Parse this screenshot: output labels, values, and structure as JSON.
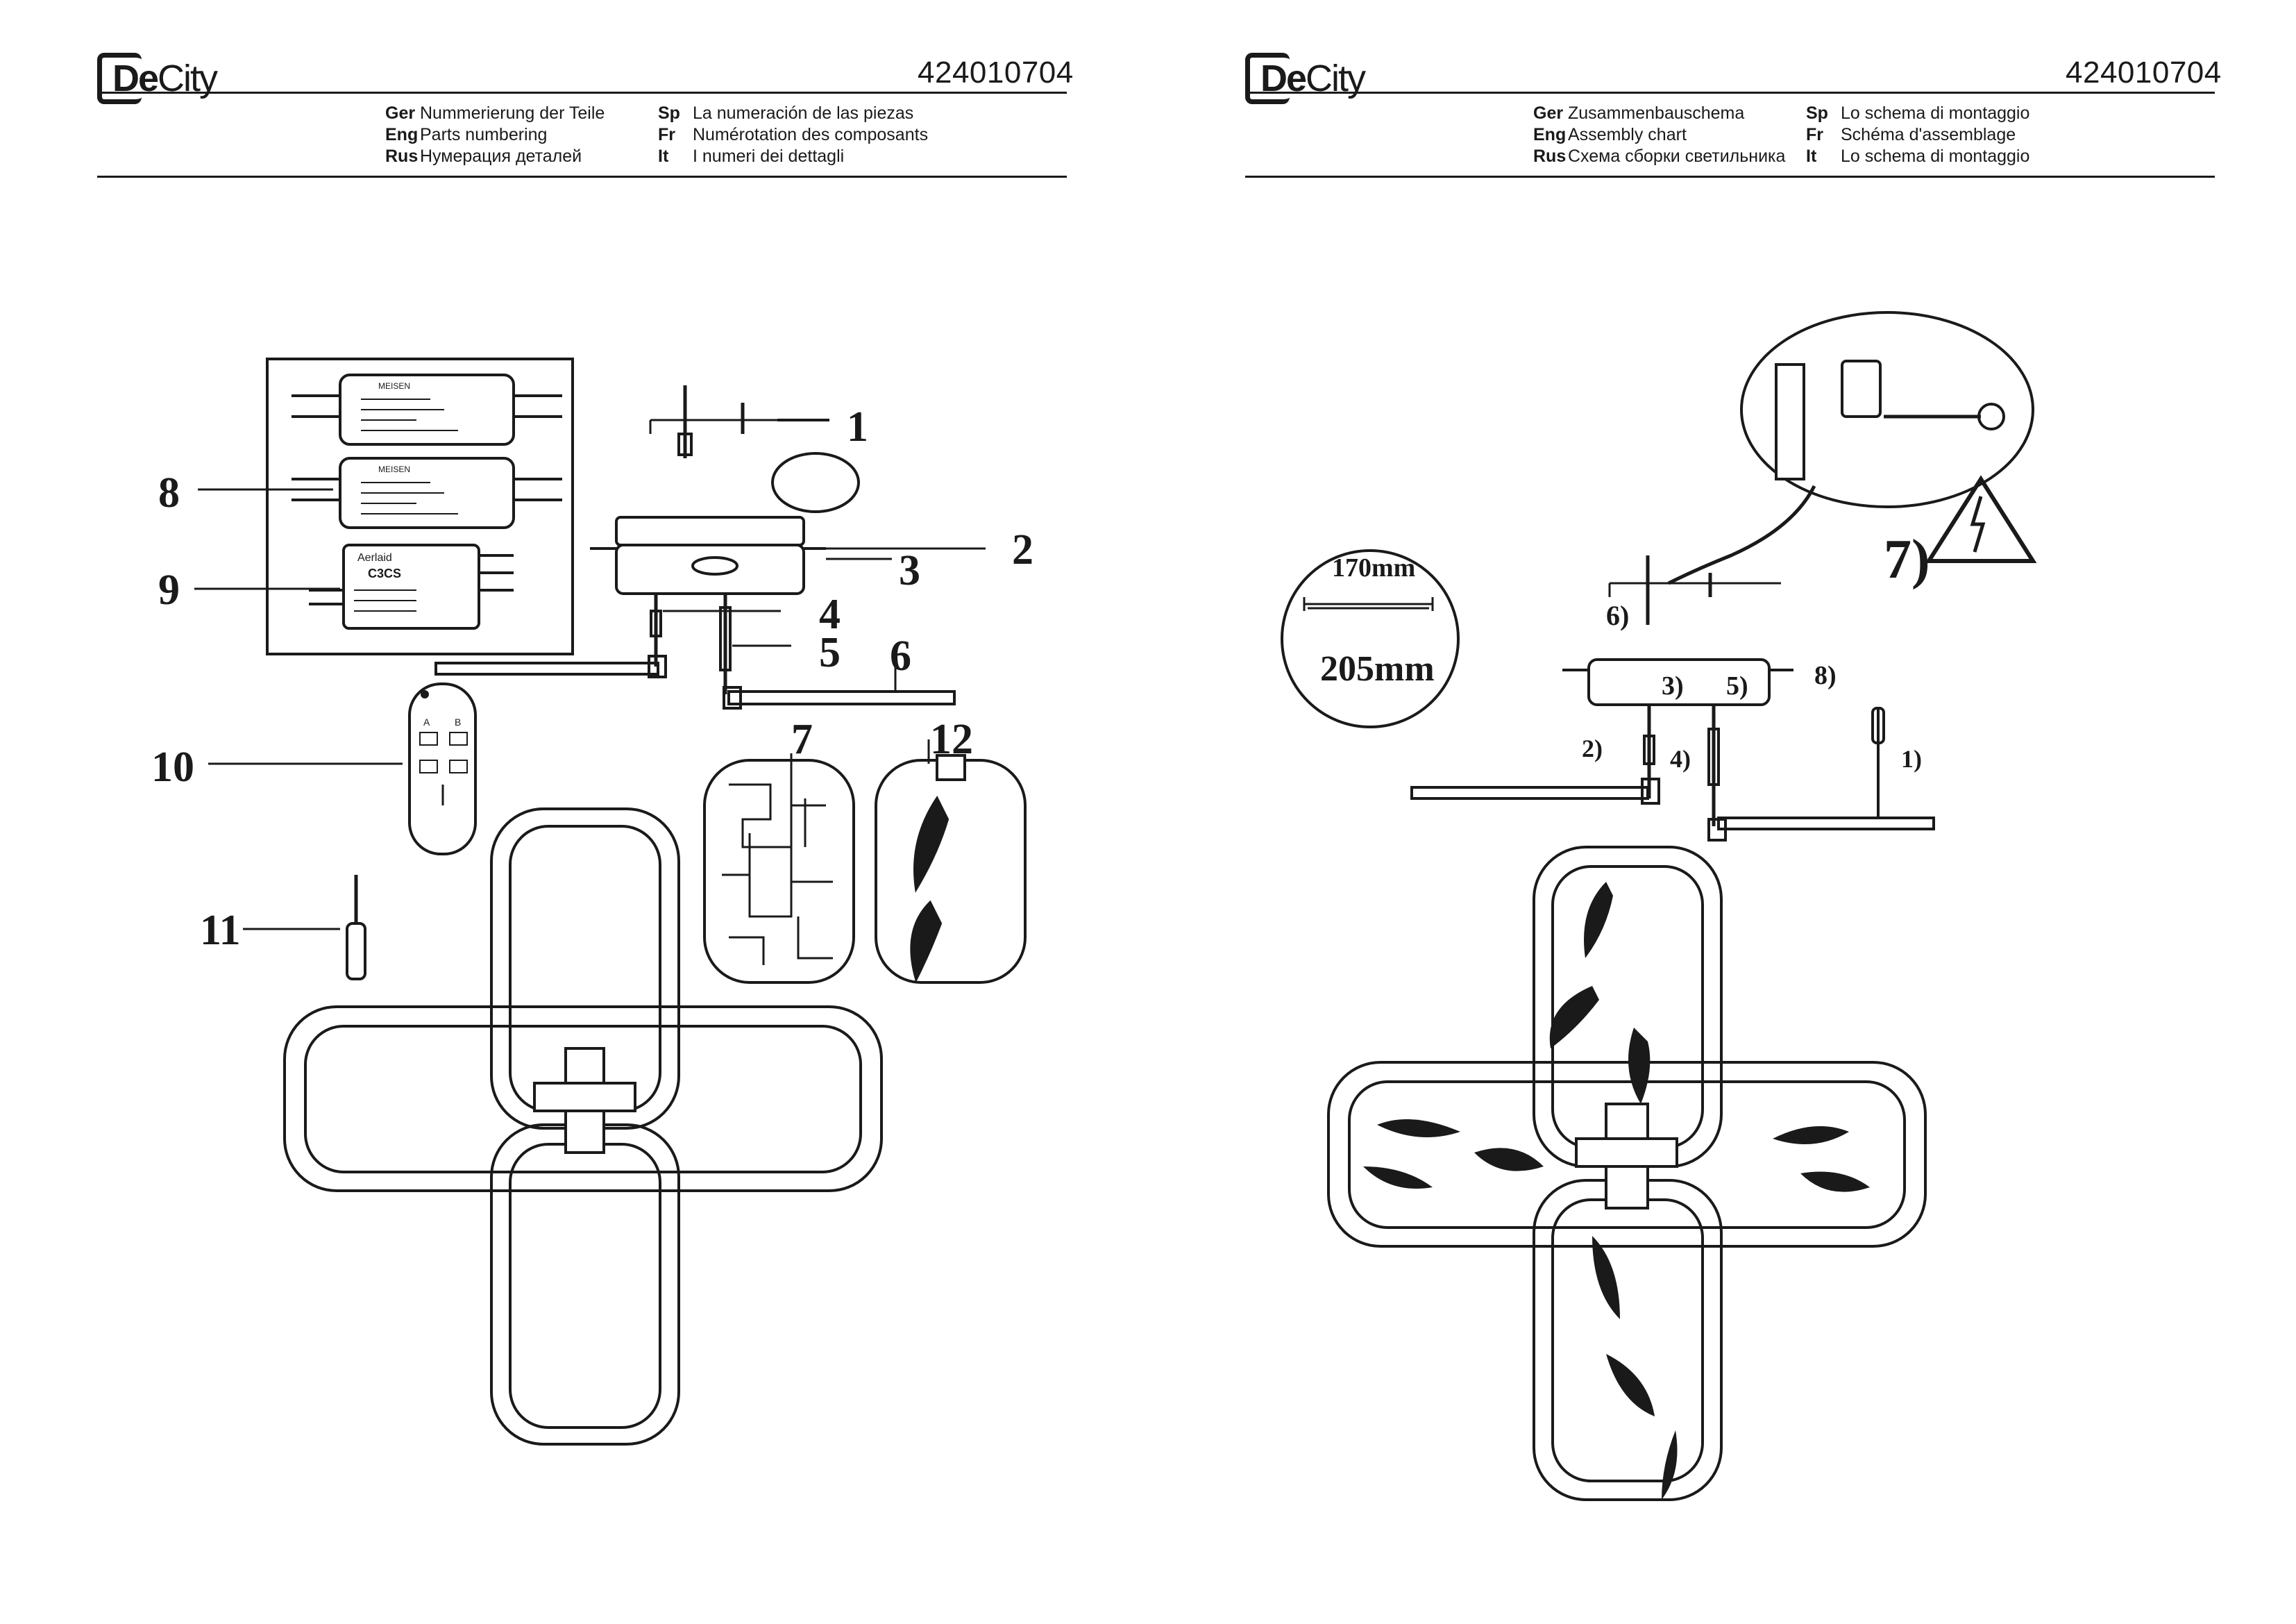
{
  "brand": {
    "name_part1": "De",
    "name_part2": "City"
  },
  "document_code": "424010704",
  "pages": [
    {
      "id": "left",
      "languages": [
        {
          "code": "Ger",
          "text": "Nummerierung der Teile"
        },
        {
          "code": "Eng",
          "text": "Parts numbering"
        },
        {
          "code": "Rus",
          "text": "Нумерация деталей"
        },
        {
          "code": "Sp",
          "text": "La numeración de las piezas"
        },
        {
          "code": "Fr",
          "text": "Numérotation des composants"
        },
        {
          "code": "It",
          "text": "I numeri dei dettagli"
        }
      ],
      "callouts": [
        "1",
        "2",
        "3",
        "4",
        "5",
        "6",
        "7",
        "8",
        "9",
        "10",
        "11",
        "12"
      ],
      "driver_labels": {
        "driver_brand": "MEISEN",
        "controller_brand": "Aerlaid",
        "controller_model": "C3CS",
        "remote_keys": [
          "A",
          "B"
        ]
      }
    },
    {
      "id": "right",
      "languages": [
        {
          "code": "Ger",
          "text": "Zusammenbauschema"
        },
        {
          "code": "Eng",
          "text": "Assembly chart"
        },
        {
          "code": "Rus",
          "text": "Схема сборки светильника"
        },
        {
          "code": "Sp",
          "text": "Lo schema di montaggio"
        },
        {
          "code": "Fr",
          "text": "Schéma d'assemblage"
        },
        {
          "code": "It",
          "text": "Lo schema di montaggio"
        }
      ],
      "steps": [
        "1)",
        "2)",
        "3)",
        "4)",
        "5)",
        "6)",
        "7)",
        "8)"
      ],
      "dimensions": {
        "inner": "170mm",
        "outer": "205mm"
      }
    }
  ],
  "colors": {
    "ink": "#1a1a1a",
    "paper": "#ffffff"
  }
}
